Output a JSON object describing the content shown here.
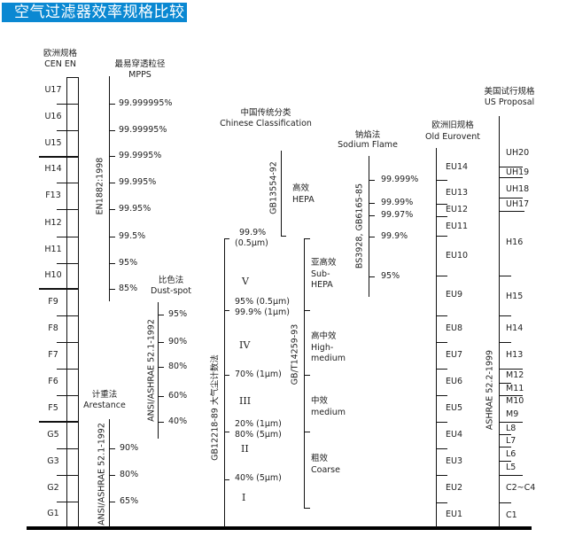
{
  "title": "空气过滤器效率规格比较",
  "cen_en": {
    "header_cn": "欧洲规格",
    "header_en": "CEN EN",
    "classes": [
      "U17",
      "U16",
      "U15",
      "H14",
      "F13",
      "H12",
      "H11",
      "H10",
      "F9",
      "F8",
      "F7",
      "F6",
      "F5",
      "G5",
      "G3",
      "G2",
      "G1"
    ]
  },
  "mpps": {
    "header_cn": "最易穿透粒径",
    "header_en": "MPPS",
    "standard": "EN1882:1998",
    "values": [
      "99.999995%",
      "99.99995%",
      "99.9995%",
      "99.995%",
      "99.95%",
      "99.5%",
      "95%",
      "85%"
    ]
  },
  "dust_spot": {
    "header_cn": "比色法",
    "header_en": "Dust-spot",
    "standard": "ANSI/ASHRAE 52.1-1992",
    "values": [
      "95%",
      "90%",
      "80%",
      "60%",
      "40%"
    ]
  },
  "arestance": {
    "header_cn": "计重法",
    "header_en": "Arestance",
    "standard": "ANSI/ASHRAE 52.1-1992",
    "values": [
      "90%",
      "80%",
      "65%"
    ]
  },
  "chinese": {
    "header_cn": "中国传统分类",
    "header_en": "Chinese Classification",
    "gb12218": {
      "standard": "GB12218-89 大气尘计数法",
      "labels": [
        "99.9%",
        "(0.5μm)",
        "V",
        "95% (0.5μm)",
        "99.9% (1μm)",
        "IV",
        "70% (1μm)",
        "III",
        "20% (1μm)",
        "80% (5μm)",
        "II",
        "40% (5μm)",
        "I"
      ]
    },
    "gb13554": {
      "standard": "GB13554-92",
      "class_cn": "高效",
      "class_en": "HEPA"
    },
    "gb14259": {
      "standard": "GB/T14259-93",
      "classes": [
        {
          "cn": "亚高效",
          "en": [
            "Sub-",
            "HEPA"
          ]
        },
        {
          "cn": "高中效",
          "en": [
            "High-",
            "medium"
          ]
        },
        {
          "cn": "中效",
          "en": [
            "medium"
          ]
        },
        {
          "cn": "粗效",
          "en": [
            "Coarse"
          ]
        }
      ]
    }
  },
  "sodium_flame": {
    "header_cn": "钠焰法",
    "header_en": "Sodium Flame",
    "standard": "BS3928, GB6165-85",
    "values": [
      "99.999%",
      "99.99%",
      "99.97%",
      "99.9%",
      "95%"
    ]
  },
  "old_eurovent": {
    "header_cn": "欧洲旧规格",
    "header_en": "Old Eurovent",
    "classes": [
      "EU14",
      "EU13",
      "EU12",
      "EU11",
      "EU10",
      "EU9",
      "EU8",
      "EU7",
      "EU6",
      "EU5",
      "EU4",
      "EU3",
      "EU2",
      "EU1"
    ]
  },
  "us_proposal": {
    "header_cn": "美国试行规格",
    "header_en": "US Proposal",
    "standard": "ASHRAE  52.2-1999",
    "classes": [
      "UH20",
      "UH19",
      "UH18",
      "UH17",
      "H16",
      "H15",
      "H14",
      "H13",
      "M12",
      "M11",
      "M10",
      "M9",
      "L8",
      "L7",
      "L6",
      "L5",
      "C2~C4",
      "C1"
    ]
  }
}
